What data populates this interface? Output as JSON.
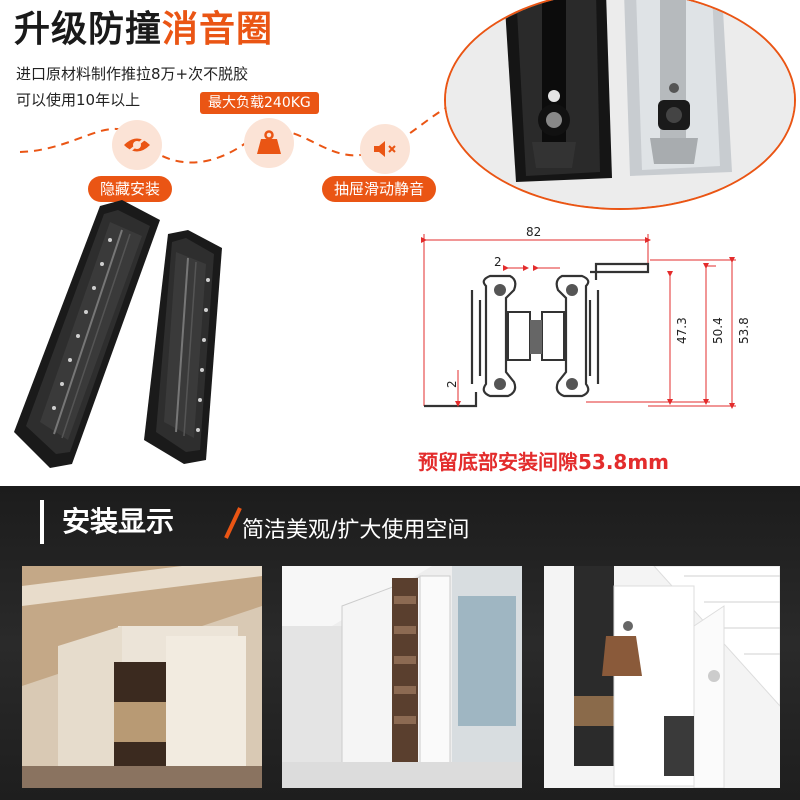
{
  "headline": {
    "part1": "升级防撞",
    "part2": "消音圈"
  },
  "description": {
    "line1": "进口原材料制作推拉8万+次不脱胶",
    "line2": "可以使用10年以上"
  },
  "load_badge": "最大负载240KG",
  "features": [
    {
      "label": "隐藏安装",
      "icon": "hidden-eye-icon"
    },
    {
      "label": "",
      "icon": "weight-icon"
    },
    {
      "label": "抽屉滑动静音",
      "icon": "mute-speaker-icon"
    }
  ],
  "diagram": {
    "width_label": "82",
    "gap_top_label": "2",
    "gap_bottom_label": "2",
    "height1_label": "47.3",
    "height2_label": "50.4",
    "height3_label": "53.8"
  },
  "gap_note": "预留底部安装间隙53.8mm",
  "banner": {
    "title": "安装显示",
    "subtitle": "简洁美观/扩大使用空间"
  },
  "colors": {
    "accent": "#ea5514",
    "dimension_red": "#e32c2c",
    "banner_bg": "#222222"
  }
}
